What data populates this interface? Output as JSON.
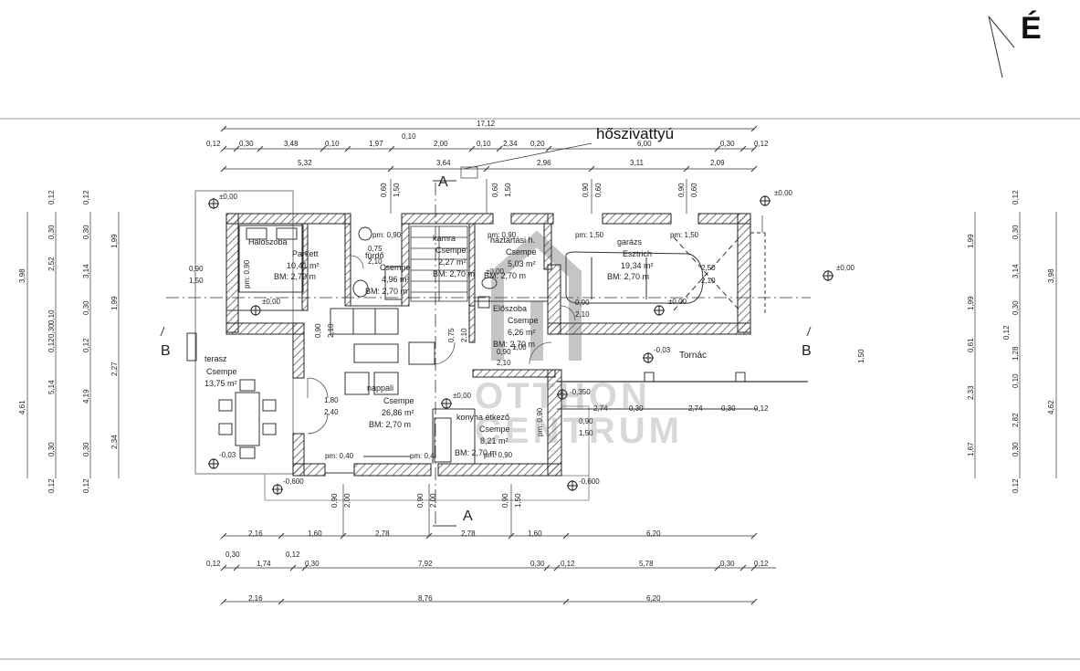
{
  "north_label": "É",
  "heatpump_label": "hőszivattyú",
  "section_labels": {
    "a_top": "A",
    "a_bottom": "A",
    "b_left": "B",
    "b_right": "B"
  },
  "watermark": {
    "line1": "OTTHON",
    "line2": "CENTRUM"
  },
  "rooms": {
    "haloszoba": {
      "name": "Hálószoba",
      "floor": "Parkett",
      "area": "10,41 m²",
      "bm": "BM: 2,70 m"
    },
    "furdo": {
      "name": "fürdő",
      "floor": "Csempe",
      "area": "4,96 m²",
      "bm": "BM: 2,70 m"
    },
    "kamra": {
      "name": "kamra",
      "floor": "Csempe",
      "area": "2,27 m²",
      "bm": "BM: 2,70 m"
    },
    "haztartasi": {
      "name": "háztartási h.",
      "floor": "Csempe",
      "area": "5,03 m²",
      "bm": "BM: 2,70 m"
    },
    "garazs": {
      "name": "garázs",
      "floor": "Esztrich",
      "area": "19,34 m²",
      "bm": "BM: 2,70 m"
    },
    "eloszoba": {
      "name": "Előszoba",
      "floor": "Csempe",
      "area": "6,26 m²",
      "bm": "BM: 2,70 m"
    },
    "nappali": {
      "name": "nappali",
      "floor": "Csempe",
      "area": "26,86 m²",
      "bm": "BM: 2,70 m"
    },
    "konyha": {
      "name": "konyha étkező",
      "floor": "Csempe",
      "area": "8,21 m²",
      "bm": "BM: 2,70 m"
    },
    "terasz": {
      "name": "terasz",
      "floor": "Csempe",
      "area": "13,75 m²"
    },
    "tornac": {
      "name": "Tornác"
    }
  },
  "levels": {
    "l1": "±0,00",
    "l2": "±0,00",
    "l3": "±0,00",
    "l4": "±0,00",
    "l5": "±0,00",
    "l6": "±0,00",
    "l7": "±0,00",
    "l8": "-0,03",
    "l9": "-0,03",
    "l10": "-0,350",
    "l11": "-0,600",
    "l12": "-0,600"
  },
  "window_labels": {
    "pm1": "pm: 0,90",
    "pm2": "pm: 0,90",
    "pm3": "pm: 1,50",
    "pm4": "pm: 1,50",
    "pm5": "pm: 0,90",
    "pm6": "pm: 0,40",
    "pm7": "pm: 0,4",
    "pm8": "pm: 0,90",
    "pm9": "pm: 0,90"
  },
  "door_labels": {
    "d1": "0,75",
    "d2": "2,10",
    "d3": "0,90",
    "d4": "2,10",
    "d5": "0,75",
    "d6": "2,10",
    "d7": "0,90",
    "d8": "2,10",
    "d9": "1,80",
    "d10": "2,40",
    "d11": "2,50",
    "d12": "2,10",
    "d13": "1,00",
    "d14": "0,90",
    "d15": "2,10",
    "d16": "0,90",
    "d17": "1,50",
    "d18": "0,90",
    "d19": "1,50"
  },
  "dim_top": {
    "total": "17,12",
    "row2": [
      "0,12",
      "0,30",
      "3,48",
      "0,10",
      "1,97",
      "0,10",
      "2,00",
      "0,10",
      "2,34",
      "0,20",
      "6,00",
      "0,30",
      "0,12"
    ],
    "row3": [
      "5,32",
      "3,64",
      "2,96",
      "3,11",
      "2,09"
    ],
    "vert": [
      "0,60",
      "1,50",
      "0,60",
      "1,50",
      "0,90",
      "0,60",
      "0,90",
      "0,60"
    ]
  },
  "dim_bottom": {
    "row1": [
      "2,16",
      "1,60",
      "2,78",
      "2,78",
      "1,60",
      "6,20"
    ],
    "row2": [
      "0,12",
      "1,74",
      "0,30",
      "7,92",
      "0,30",
      "0,12",
      "5,78",
      "0,30",
      "0,12"
    ],
    "row2_top": [
      "0,30",
      "0,12"
    ],
    "row3": [
      "2,16",
      "8,76",
      "6,20"
    ],
    "vert": [
      "0,90",
      "2,00",
      "0,90",
      "2,00",
      "0,90",
      "1,50"
    ]
  },
  "dim_left": {
    "outer": [
      "3,98",
      "4,61"
    ],
    "mid": [
      "0,12",
      "0,30",
      "2,52",
      "0,10",
      "0,30",
      "0,12",
      "5,14",
      "0,30",
      "0,12"
    ],
    "inner": [
      "0,12",
      "0,30",
      "3,14",
      "0,30",
      "0,12",
      "4,19",
      "0,30",
      "0,12"
    ],
    "inner2": [
      "1,99",
      "1,99",
      "2,27",
      "2,34"
    ]
  },
  "dim_right": {
    "inner": [
      "1,99",
      "1,99",
      "0,61",
      "2,33",
      "1,67"
    ],
    "mid": [
      "0,12",
      "0,30",
      "3,14",
      "0,30",
      "0,12",
      "1,28",
      "0,10",
      "2,82",
      "0,30",
      "0,12"
    ],
    "outer": [
      "3,98",
      "4,62"
    ],
    "extra": [
      "1,50"
    ]
  },
  "dim_tornac": {
    "row": [
      "2,74",
      "0,30",
      "2,74",
      "0,30",
      "0,12"
    ]
  },
  "dim_side_left": [
    "0,90",
    "1,50"
  ]
}
